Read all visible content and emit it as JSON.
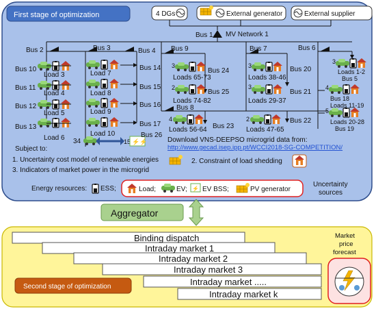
{
  "stage1": {
    "title": "First stage of optimization",
    "sources": {
      "dgs": "4 DGs",
      "generator": "External generator",
      "supplier": "External supplier"
    },
    "network": {
      "bus1": "Bus 1",
      "mv": "MV Network 1"
    },
    "left_feeder": {
      "top_buses": [
        "Bus 2",
        "Bus 3",
        "Bus 4"
      ],
      "rows": [
        {
          "left_bus": "Bus 10",
          "load": "Load 3",
          "load_right": "Load 7",
          "right_bus": "Bus 14"
        },
        {
          "left_bus": "Bus 11",
          "load": "Load 4",
          "load_right": "Load 8",
          "right_bus": "Bus 15"
        },
        {
          "left_bus": "Bus 12",
          "load": "Load 5",
          "load_right": "Load 9",
          "right_bus": "Bus 16"
        },
        {
          "left_bus": "Bus 13",
          "load": "Load 6",
          "load_right": "Load 10",
          "right_bus": "Bus 17"
        }
      ],
      "ev_count": "34",
      "bss_count": "15",
      "bus26": "Bus 26"
    },
    "mid_feeder": {
      "top_bus": "Bus 9",
      "items": [
        {
          "n": "3",
          "loads": "Loads 65-73",
          "bus": "Bus 24"
        },
        {
          "n": "2",
          "loads": "Loads 74-82",
          "bus": "Bus 25"
        }
      ],
      "bus8": "Bus 8",
      "bottom": {
        "n": "4",
        "loads": "Loads 56-64",
        "bus": "Bus 23"
      }
    },
    "right_feeder": {
      "top_bus": "Bus 7",
      "items": [
        {
          "n": "3",
          "loads": "Loads 38-46",
          "bus": "Bus 20"
        },
        {
          "n": "3",
          "loads": "Loads 29-37",
          "bus": "Bus 21"
        },
        {
          "n": "2",
          "loads": "Loads 47-65",
          "bus": "Bus 22"
        }
      ]
    },
    "far_feeder": {
      "top_bus": "Bus 6",
      "items": [
        {
          "n": "3",
          "loads": "Loads 1-2",
          "bus": "Bus 5"
        },
        {
          "n": "4",
          "loads": "Bus 18",
          "bus": "Loads 11-19"
        },
        {
          "n": "5",
          "loads": "Loads 20-28",
          "bus": "Bus 19"
        }
      ]
    },
    "download": {
      "text": "Download VNS-DEEPSO microgrid data from:",
      "url": "http://www.gecad.isep.ipp.pt/WCCI2018-SG-COMPETITION/"
    },
    "subject": {
      "heading": "Subject to:",
      "items": [
        "1. Uncertainty cost model of renewable energies",
        "2. Constraint of load shedding",
        "3. Indicators of market power in the microgrid"
      ]
    },
    "resources": {
      "label": "Energy resources:",
      "ess": "ESS;",
      "load": "Load;",
      "ev": "EV;",
      "evbss": "EV BSS;",
      "pv": "PV generator"
    },
    "uncertainty": [
      "Uncertainty",
      "sources"
    ]
  },
  "aggregator": "Aggregator",
  "stage2": {
    "title": "Second stage of optimization",
    "steps": [
      "Binding dispatch",
      "Intraday market 1",
      "Intraday market 2",
      "Intraday market 3",
      "Intraday market .....",
      "Intraday market k"
    ],
    "forecast": [
      "Market",
      "price",
      "forecast"
    ]
  },
  "colors": {
    "stage1_fill": "#a9c1ea",
    "stage1_stroke": "#2e4d8c",
    "title_fill": "#4472c4",
    "aggregator_fill": "#a9d18e",
    "stage2_fill": "#fff59a",
    "stage2_title": "#c55a11",
    "accent_red": "#e02020"
  }
}
